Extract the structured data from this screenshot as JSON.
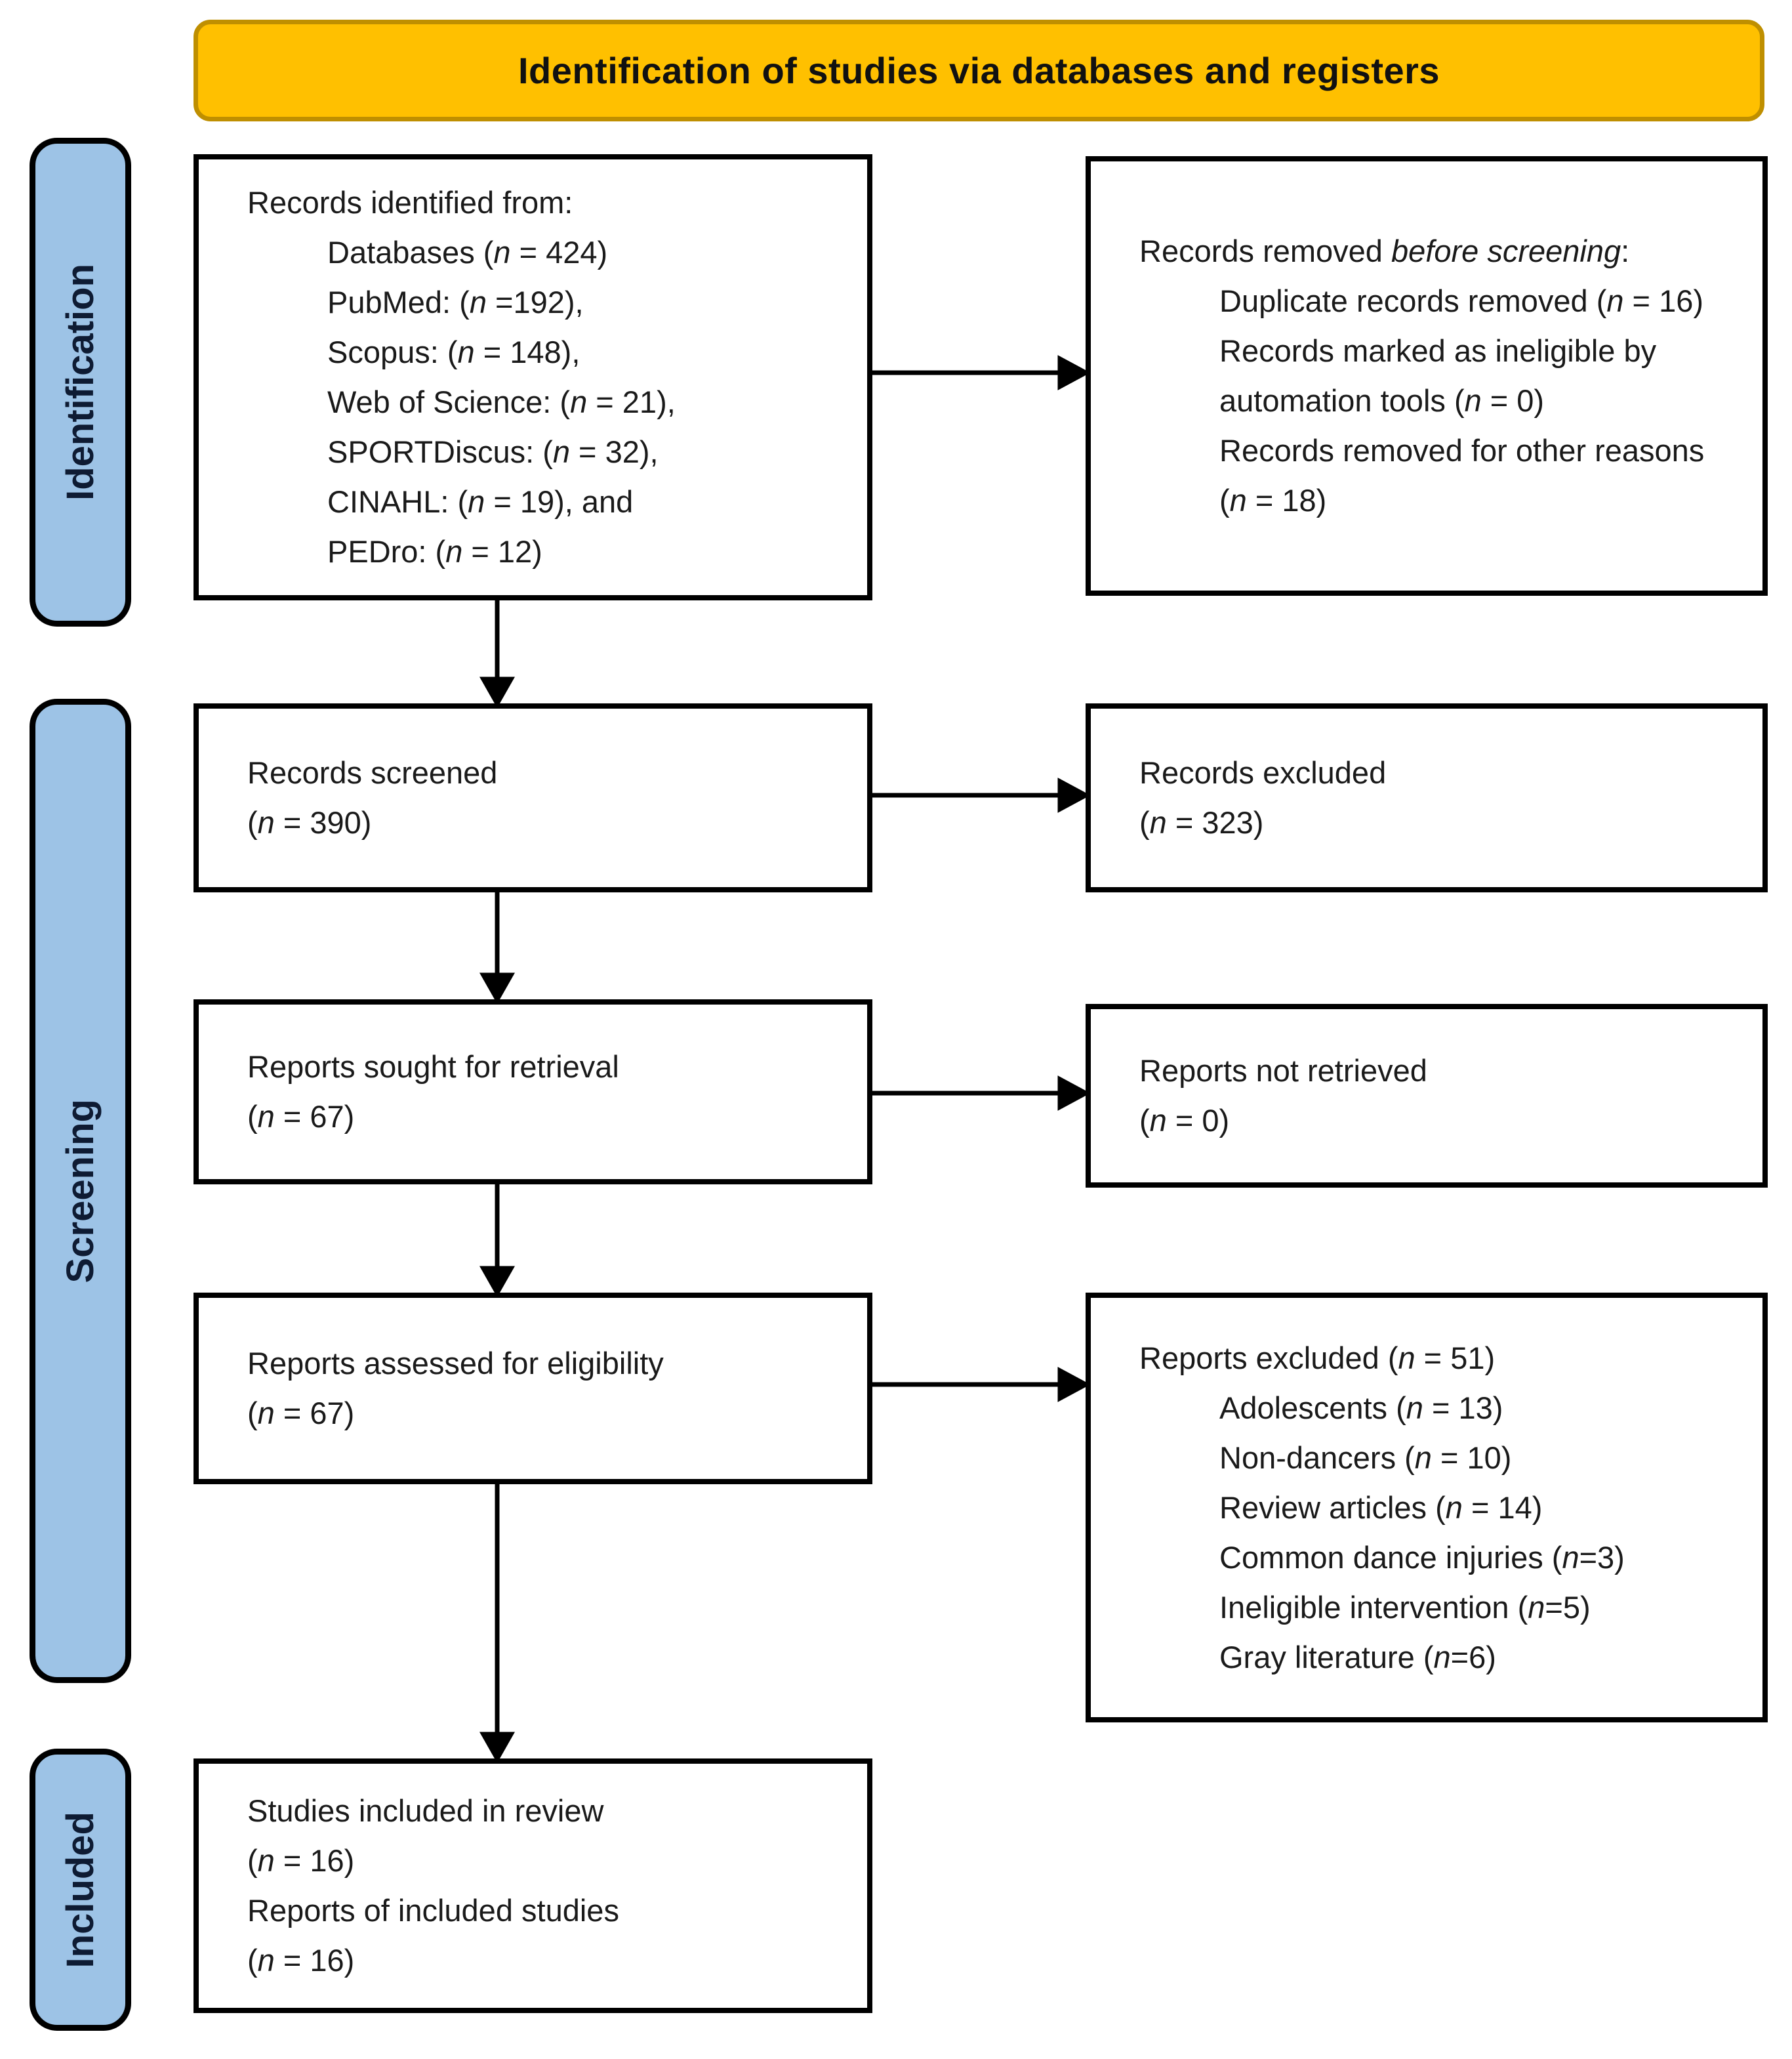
{
  "title": "Identification of studies via databases and registers",
  "stages": [
    {
      "id": "identification",
      "label": "Identification"
    },
    {
      "id": "screening",
      "label": "Screening"
    },
    {
      "id": "included",
      "label": "Included"
    }
  ],
  "boxes": {
    "records_identified": {
      "lines": [
        {
          "text": "Records identified from:",
          "indent": 0
        },
        {
          "text": "Databases (*n* = 424)",
          "indent": 1
        },
        {
          "text": "PubMed: (*n* =192),",
          "indent": 1
        },
        {
          "text": "Scopus: (*n* = 148),",
          "indent": 1
        },
        {
          "text": "Web of Science: (*n* = 21),",
          "indent": 1
        },
        {
          "text": "SPORTDiscus: (*n* = 32),",
          "indent": 1
        },
        {
          "text": "CINAHL: (*n* = 19), and",
          "indent": 1
        },
        {
          "text": "PEDro: (*n* = 12)",
          "indent": 1
        }
      ]
    },
    "records_removed": {
      "lines": [
        {
          "text": "Records removed *before screening*:",
          "indent": 0
        },
        {
          "text": "Duplicate records removed (*n* = 16)",
          "indent": 1
        },
        {
          "text": "Records marked as ineligible by automation tools (*n* = 0)",
          "indent": 1
        },
        {
          "text": "Records removed for other reasons (*n* = 18)",
          "indent": 1
        }
      ]
    },
    "records_screened": {
      "lines": [
        {
          "text": "Records screened",
          "indent": 0
        },
        {
          "text": "(*n* = 390)",
          "indent": 0
        }
      ]
    },
    "records_excluded": {
      "lines": [
        {
          "text": "Records excluded",
          "indent": 0
        },
        {
          "text": "(*n* = 323)",
          "indent": 0
        }
      ]
    },
    "reports_sought": {
      "lines": [
        {
          "text": "Reports sought for retrieval",
          "indent": 0
        },
        {
          "text": "(*n* = 67)",
          "indent": 0
        }
      ]
    },
    "reports_not_retrieved": {
      "lines": [
        {
          "text": "Reports not retrieved",
          "indent": 0
        },
        {
          "text": "(*n* = 0)",
          "indent": 0
        }
      ]
    },
    "reports_assessed": {
      "lines": [
        {
          "text": "Reports assessed for eligibility",
          "indent": 0
        },
        {
          "text": "(*n* = 67)",
          "indent": 0
        }
      ]
    },
    "reports_excluded": {
      "lines": [
        {
          "text": "Reports excluded (*n* = 51)",
          "indent": 0
        },
        {
          "text": "Adolescents (*n* = 13)",
          "indent": 1
        },
        {
          "text": "Non-dancers (*n* = 10)",
          "indent": 1
        },
        {
          "text": "Review articles (*n* = 14)",
          "indent": 1
        },
        {
          "text": "Common dance injuries (*n*=3)",
          "indent": 1
        },
        {
          "text": "Ineligible intervention (*n*=5)",
          "indent": 1
        },
        {
          "text": "Gray literature (*n*=6)",
          "indent": 1
        }
      ]
    },
    "studies_included": {
      "lines": [
        {
          "text": "Studies included in review",
          "indent": 0
        },
        {
          "text": "(*n* = 16)",
          "indent": 0
        },
        {
          "text": "Reports of included studies",
          "indent": 0
        },
        {
          "text": "(*n* = 16)",
          "indent": 0
        }
      ]
    }
  },
  "colors": {
    "title_bg": "#FFC000",
    "title_border": "#BF8F00",
    "stage_bg": "#9DC3E6",
    "stage_text": "#0E1B33",
    "box_bg": "#FFFFFF",
    "box_border": "#000000",
    "arrow": "#000000"
  }
}
